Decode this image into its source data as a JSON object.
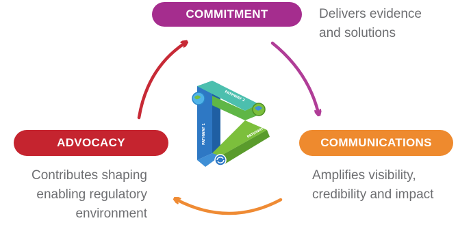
{
  "stages": {
    "commitment": {
      "label": "COMMITMENT",
      "description_lines": [
        "Delivers evidence",
        "and solutions"
      ],
      "color": "#a52d8e"
    },
    "communications": {
      "label": "COMMUNICATIONS",
      "description_lines": [
        "Amplifies visibility,",
        "credibility and impact"
      ],
      "color": "#ee8a2e"
    },
    "advocacy": {
      "label": "ADVOCACY",
      "description_lines": [
        "Contributes shaping",
        "enabling regulatory",
        "environment"
      ],
      "color": "#c5242f"
    }
  },
  "arrows": {
    "commitment_to_communications": "#b03d97",
    "communications_to_advocacy": "#ef8b34",
    "advocacy_to_commitment": "#c72a36"
  },
  "logo": {
    "pathway_labels": [
      "PATHWAY 1",
      "PATHWAY 2",
      "PATHWAY 3"
    ],
    "colors": {
      "blue": "#3f8fd6",
      "green": "#7cbf3c",
      "teal": "#3fb5b0"
    }
  }
}
